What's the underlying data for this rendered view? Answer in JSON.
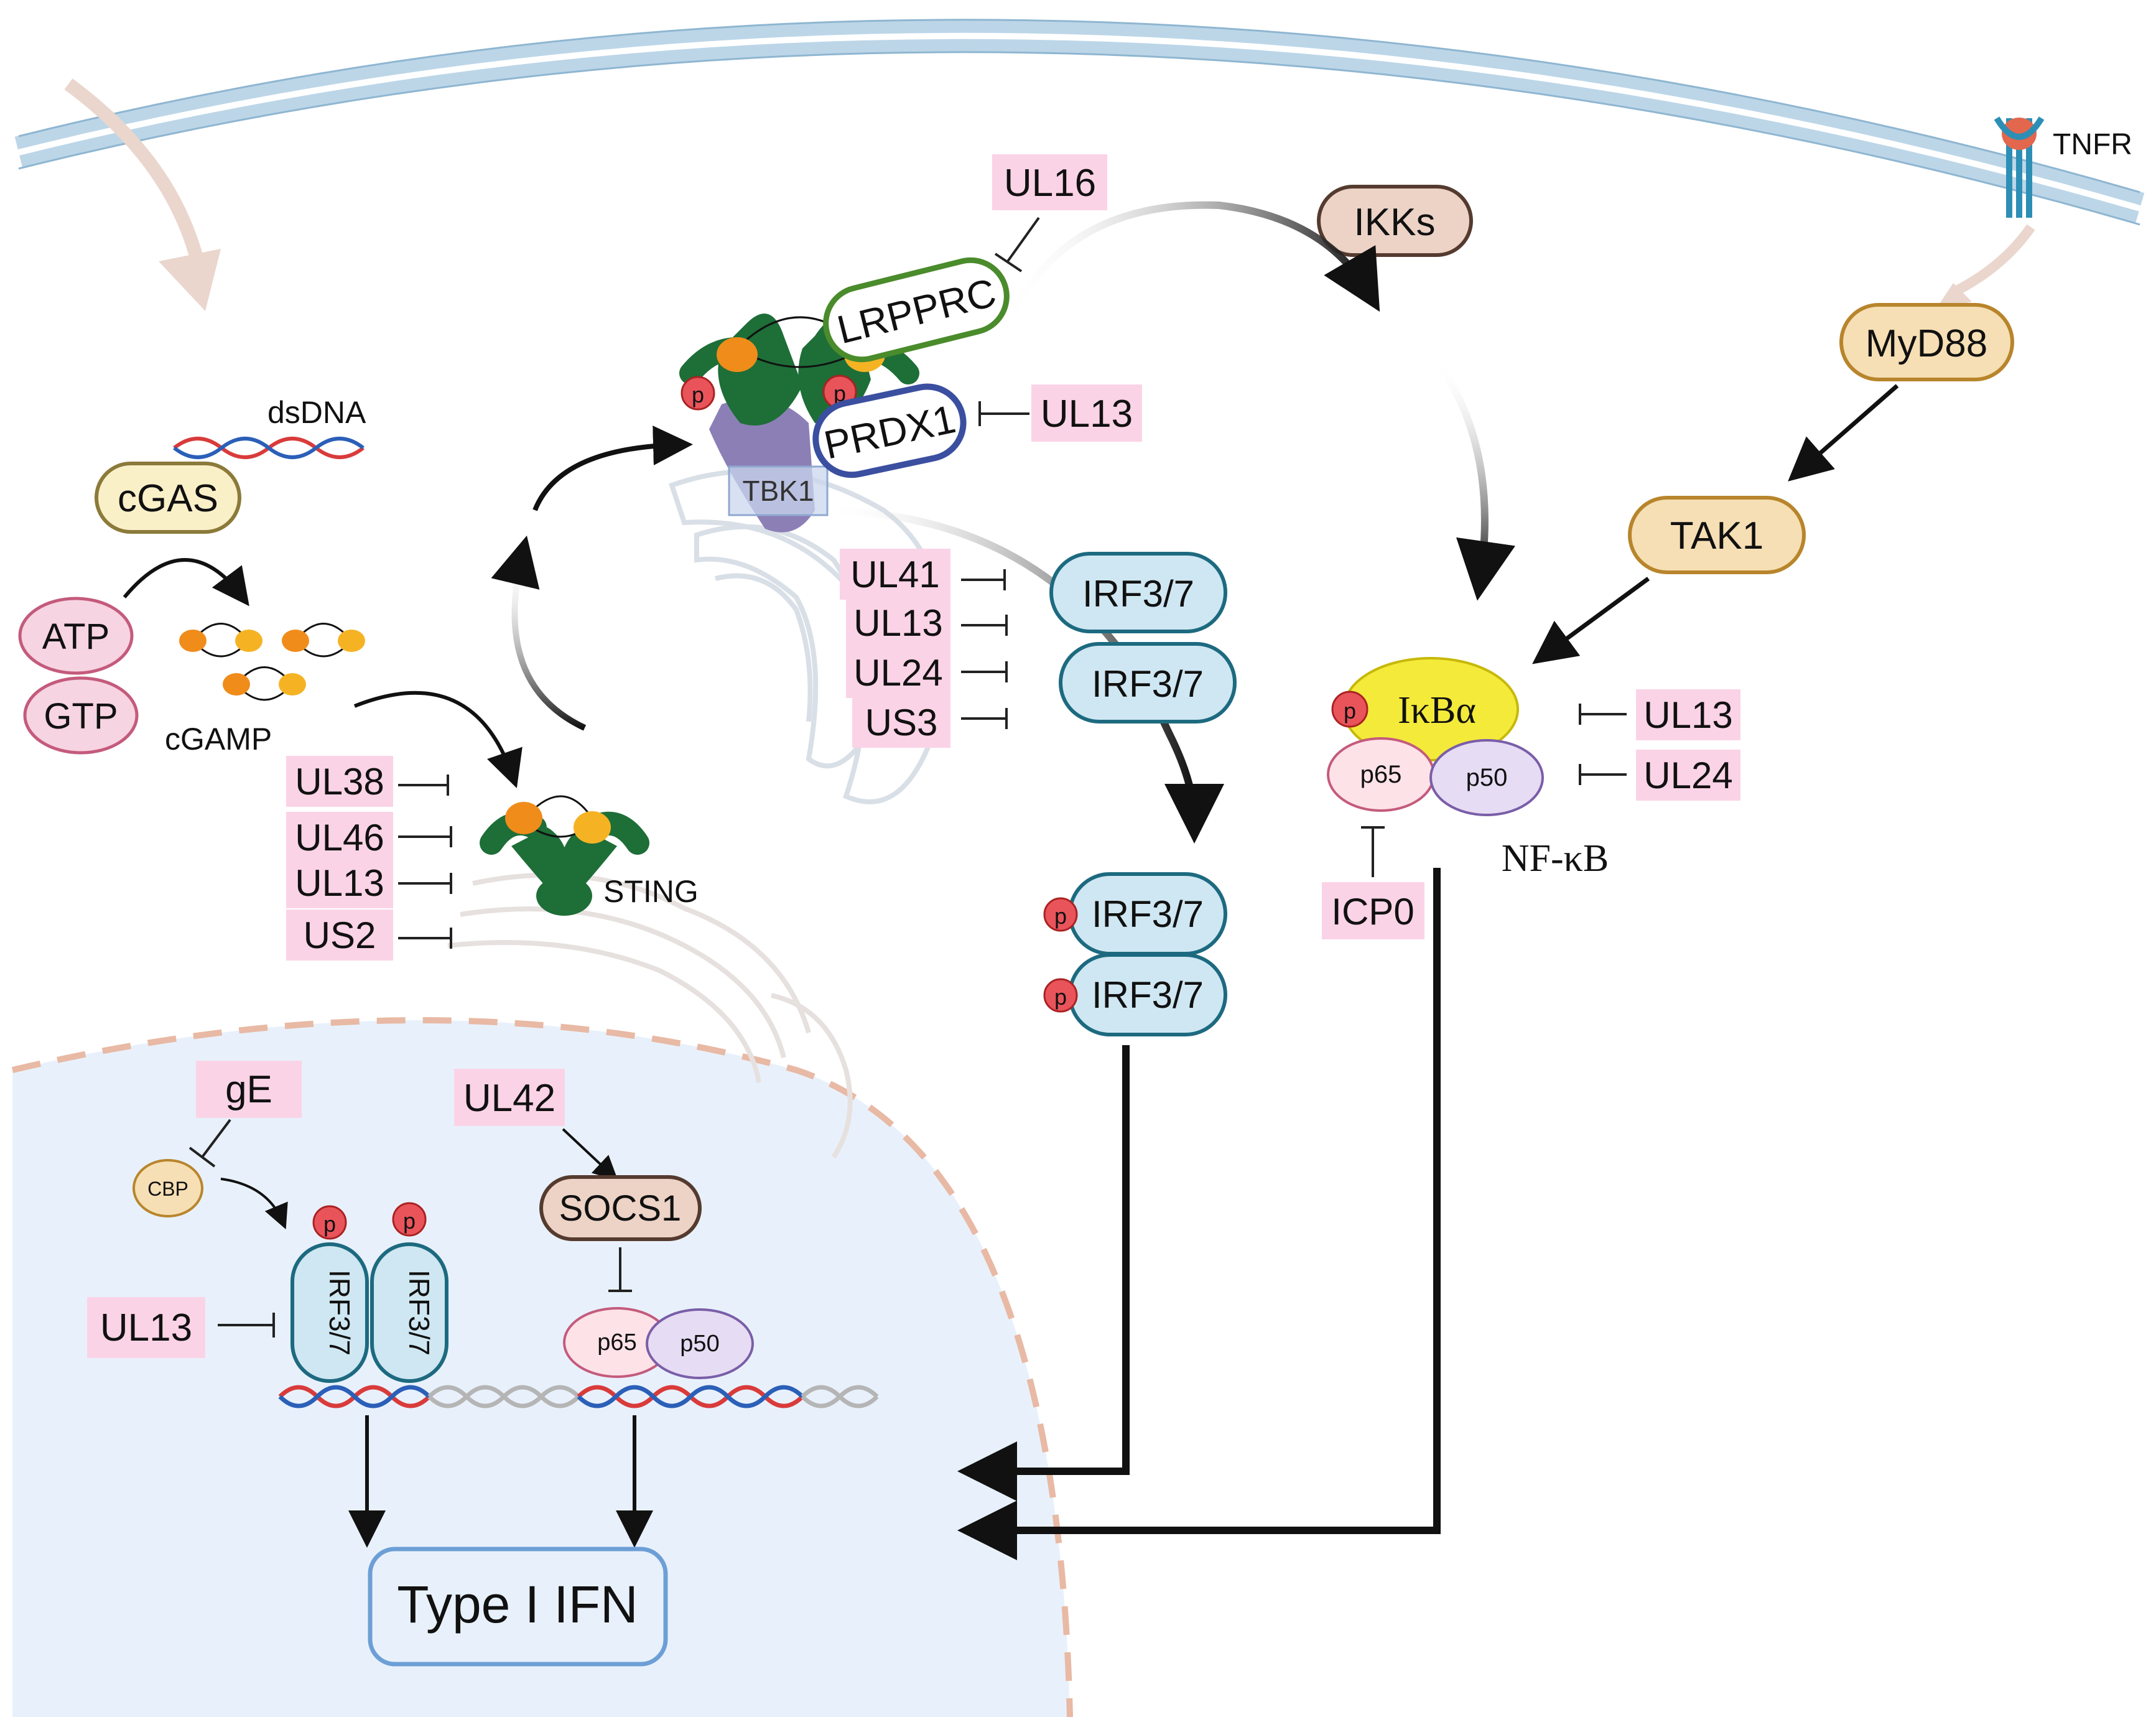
{
  "labels": {
    "tnfr": "TNFR",
    "ul16": "UL16",
    "ikks": "IKKs",
    "myd88": "MyD88",
    "lrpprc": "LRPPRC",
    "prdx1": "PRDX1",
    "ul13_prdx1": "UL13",
    "tbk1": "TBK1",
    "dsdna": "dsDNA",
    "cgas": "cGAS",
    "atp": "ATP",
    "gtp": "GTP",
    "cgamp": "cGAMP",
    "tak1": "TAK1",
    "ul41": "UL41",
    "ul13_irf": "UL13",
    "ul24_irf": "UL24",
    "us3": "US3",
    "irf37_a": "IRF3/7",
    "irf37_b": "IRF3/7",
    "ikba": "IκBα",
    "p65_nfkb": "p65",
    "p50_nfkb": "p50",
    "ul13_nfkb": "UL13",
    "ul24_nfkb": "UL24",
    "nfkb": "NF-κB",
    "ul38": "UL38",
    "ul46": "UL46",
    "ul13_sting": "UL13",
    "us2": "US2",
    "sting": "STING",
    "icp0": "ICP0",
    "pirf37_a": "IRF3/7",
    "pirf37_b": "IRF3/7",
    "ge": "gE",
    "cbp": "CBP",
    "ul42": "UL42",
    "socs1": "SOCS1",
    "ul13_nuc": "UL13",
    "irf37_v1": "IRF3/7",
    "irf37_v2": "IRF3/7",
    "p65_nuc": "p65",
    "p50_nuc": "p50",
    "type1ifn": "Type I IFN",
    "p": "p"
  },
  "colors": {
    "viral_tag": "#fbd3e6",
    "irf_fill": "#cfe7f2",
    "irf_stroke": "#1d6a80",
    "tan_fill": "#f6dfb4",
    "tan_stroke": "#b8852c",
    "ikks_fill": "#ecd3c6",
    "pink_fill": "#f7d4e1",
    "pink_stroke": "#c45b7c",
    "nucleus": "#e8f1fb",
    "membrane": "#bcd6e8",
    "phospho": "#e9545b",
    "lrpprc_stroke": "#4a8b2b",
    "prdx1_stroke": "#3b4fa0",
    "sting_green": "#1e6e37",
    "ikba_fill": "#f4ea3a",
    "p50_fill": "#e6dcf4"
  }
}
